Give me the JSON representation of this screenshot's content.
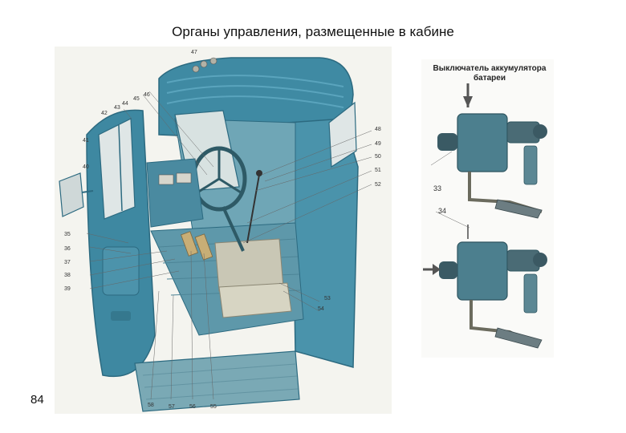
{
  "title": "Органы управления, размещенные в кабине",
  "page_number": "84",
  "side_figure": {
    "caption": "Выключатель аккумулятора батареи",
    "callouts": [
      "33",
      "34"
    ]
  },
  "main_figure": {
    "callouts": [
      "47",
      "46",
      "45",
      "44",
      "43",
      "42",
      "41",
      "40",
      "39",
      "38",
      "37",
      "36",
      "35",
      "48",
      "49",
      "50",
      "51",
      "52",
      "53",
      "54",
      "58",
      "57",
      "56",
      "55"
    ]
  }
}
